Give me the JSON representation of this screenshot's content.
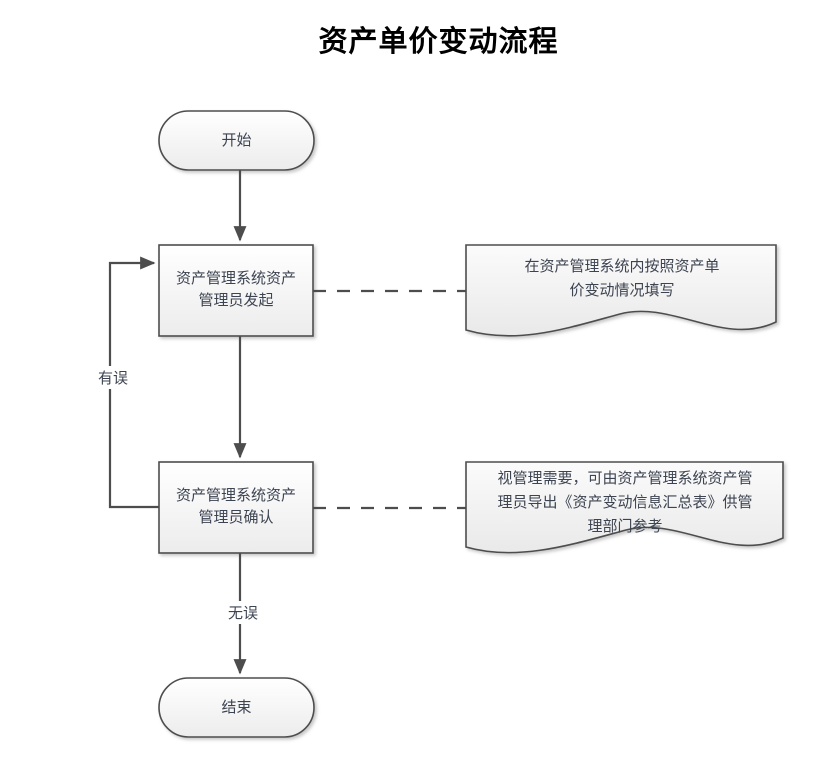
{
  "title": "资产单价变动流程",
  "diagram": {
    "type": "flowchart",
    "nodes": [
      {
        "id": "start",
        "shape": "terminator",
        "label": "开始"
      },
      {
        "id": "initiate",
        "shape": "process",
        "label": "资产管理系统资产\n管理员发起"
      },
      {
        "id": "confirm",
        "shape": "process",
        "label": "资产管理系统资产\n管理员确认"
      },
      {
        "id": "end",
        "shape": "terminator",
        "label": "结束"
      }
    ],
    "notes": [
      {
        "id": "note-initiate",
        "shape": "document",
        "label": "在资产管理系统内按照资产单\n价变动情况填写"
      },
      {
        "id": "note-confirm",
        "shape": "document",
        "label": "视管理需要，可由资产管理系统资产管\n理员导出《资产变动信息汇总表》供管\n理部门参考"
      }
    ],
    "edges": [
      {
        "from": "start",
        "to": "initiate",
        "label": ""
      },
      {
        "from": "initiate",
        "to": "confirm",
        "label": ""
      },
      {
        "from": "confirm",
        "to": "initiate",
        "label": "有误"
      },
      {
        "from": "confirm",
        "to": "end",
        "label": "无误"
      },
      {
        "from": "initiate",
        "to": "note-initiate",
        "label": "",
        "style": "dashed"
      },
      {
        "from": "confirm",
        "to": "note-confirm",
        "label": "",
        "style": "dashed"
      }
    ]
  },
  "colors": {
    "stroke": "#4d4d4d",
    "node_fill_top": "#ffffff",
    "node_fill_bottom": "#eeeeee",
    "text": "#3d4451",
    "title": "#000000",
    "background": "#ffffff"
  }
}
